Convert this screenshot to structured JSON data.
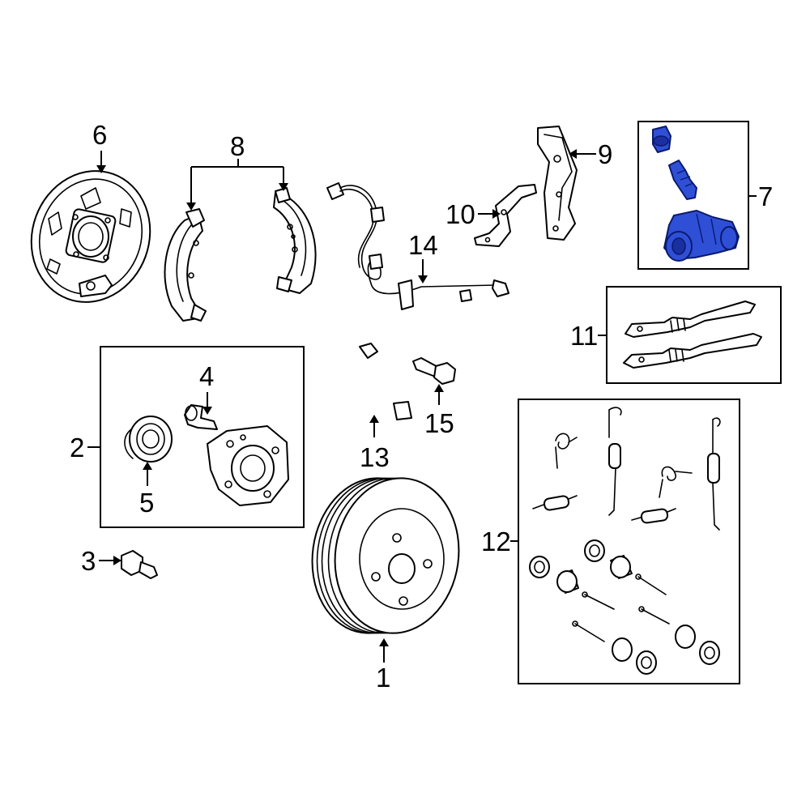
{
  "diagram": {
    "highlight_color": "#2f4fd6",
    "callouts": [
      {
        "id": "1",
        "label": "1"
      },
      {
        "id": "2",
        "label": "2"
      },
      {
        "id": "3",
        "label": "3"
      },
      {
        "id": "4",
        "label": "4"
      },
      {
        "id": "5",
        "label": "5"
      },
      {
        "id": "6",
        "label": "6"
      },
      {
        "id": "7",
        "label": "7",
        "highlighted": true
      },
      {
        "id": "8",
        "label": "8"
      },
      {
        "id": "9",
        "label": "9"
      },
      {
        "id": "10",
        "label": "10"
      },
      {
        "id": "11",
        "label": "11"
      },
      {
        "id": "12",
        "label": "12"
      },
      {
        "id": "13",
        "label": "13"
      },
      {
        "id": "14",
        "label": "14"
      },
      {
        "id": "15",
        "label": "15"
      }
    ]
  }
}
